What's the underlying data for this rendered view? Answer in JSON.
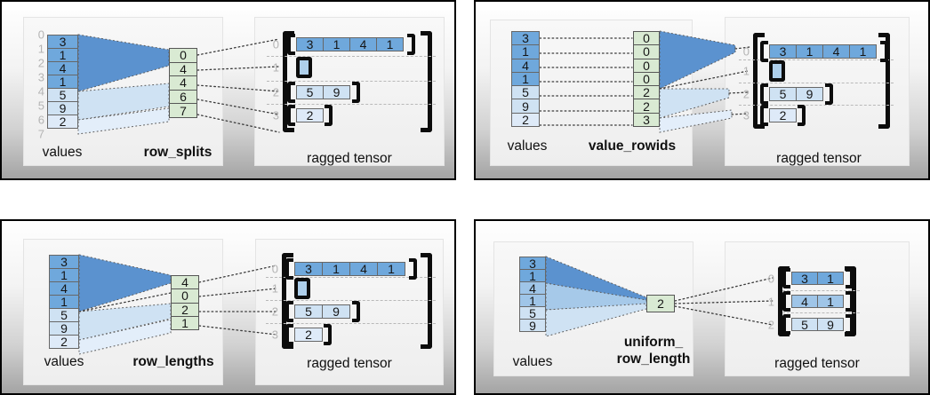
{
  "colors": {
    "dark": "#6fa8dc",
    "mid": "#9fc5e8",
    "light": "#cfe2f3",
    "lighter": "#deeaf8",
    "green": "#d9ead3",
    "empty_fill": "#aecfeb",
    "fan_dark": "#5b92cf",
    "fan_mid": "#a6c9e9",
    "fan_light": "#cfe2f3",
    "fan_lighter": "#e3eefa",
    "index_gray": "#b4b4b4"
  },
  "panels": [
    {
      "id": "row-splits",
      "values_label": "values",
      "method_label": "row_splits",
      "tensor_label": "ragged tensor",
      "value_indices": [
        "0",
        "1",
        "2",
        "3",
        "4",
        "5",
        "6",
        "7"
      ],
      "values": [
        {
          "v": "3",
          "c": "dark"
        },
        {
          "v": "1",
          "c": "dark"
        },
        {
          "v": "4",
          "c": "dark"
        },
        {
          "v": "1",
          "c": "dark"
        },
        {
          "v": "5",
          "c": "light"
        },
        {
          "v": "9",
          "c": "light"
        },
        {
          "v": "2",
          "c": "lighter"
        }
      ],
      "method_cells": [
        "0",
        "4",
        "4",
        "6",
        "7"
      ],
      "tensor_rows": [
        {
          "index": "0",
          "color": "dark",
          "cells": [
            "3",
            "1",
            "4",
            "1"
          ]
        },
        {
          "index": "1",
          "color": "empty",
          "cells": []
        },
        {
          "index": "2",
          "color": "light",
          "cells": [
            "5",
            "9"
          ]
        },
        {
          "index": "3",
          "color": "lighter",
          "cells": [
            "2"
          ]
        }
      ]
    },
    {
      "id": "value-rowids",
      "values_label": "values",
      "method_label": "value_rowids",
      "tensor_label": "ragged tensor",
      "value_indices": null,
      "values": [
        {
          "v": "3",
          "c": "dark"
        },
        {
          "v": "1",
          "c": "dark"
        },
        {
          "v": "4",
          "c": "dark"
        },
        {
          "v": "1",
          "c": "dark"
        },
        {
          "v": "5",
          "c": "light"
        },
        {
          "v": "9",
          "c": "light"
        },
        {
          "v": "2",
          "c": "lighter"
        }
      ],
      "method_cells": [
        "0",
        "0",
        "0",
        "0",
        "2",
        "2",
        "3"
      ],
      "tensor_rows": [
        {
          "index": "0",
          "color": "dark",
          "cells": [
            "3",
            "1",
            "4",
            "1"
          ]
        },
        {
          "index": "1",
          "color": "empty",
          "cells": []
        },
        {
          "index": "2",
          "color": "light",
          "cells": [
            "5",
            "9"
          ]
        },
        {
          "index": "3",
          "color": "lighter",
          "cells": [
            "2"
          ]
        }
      ]
    },
    {
      "id": "row-lengths",
      "values_label": "values",
      "method_label": "row_lengths",
      "tensor_label": "ragged tensor",
      "value_indices": null,
      "values": [
        {
          "v": "3",
          "c": "dark"
        },
        {
          "v": "1",
          "c": "dark"
        },
        {
          "v": "4",
          "c": "dark"
        },
        {
          "v": "1",
          "c": "dark"
        },
        {
          "v": "5",
          "c": "light"
        },
        {
          "v": "9",
          "c": "light"
        },
        {
          "v": "2",
          "c": "lighter"
        }
      ],
      "method_cells": [
        "4",
        "0",
        "2",
        "1"
      ],
      "tensor_rows": [
        {
          "index": "0",
          "color": "dark",
          "cells": [
            "3",
            "1",
            "4",
            "1"
          ]
        },
        {
          "index": "1",
          "color": "empty",
          "cells": []
        },
        {
          "index": "2",
          "color": "light",
          "cells": [
            "5",
            "9"
          ]
        },
        {
          "index": "3",
          "color": "lighter",
          "cells": [
            "2"
          ]
        }
      ]
    },
    {
      "id": "uniform-row-length",
      "values_label": "values",
      "method_label_lines": [
        "uniform_",
        "row_length"
      ],
      "tensor_label": "ragged tensor",
      "value_indices": null,
      "values": [
        {
          "v": "3",
          "c": "dark"
        },
        {
          "v": "1",
          "c": "dark"
        },
        {
          "v": "4",
          "c": "mid"
        },
        {
          "v": "1",
          "c": "mid"
        },
        {
          "v": "5",
          "c": "light"
        },
        {
          "v": "9",
          "c": "light"
        }
      ],
      "method_cells": [
        "2"
      ],
      "tensor_rows": [
        {
          "index": "0",
          "color": "dark",
          "cells": [
            "3",
            "1"
          ]
        },
        {
          "index": "1",
          "color": "mid",
          "cells": [
            "4",
            "1"
          ]
        },
        {
          "index": "2",
          "color": "light",
          "cells": [
            "5",
            "9"
          ]
        }
      ]
    }
  ]
}
